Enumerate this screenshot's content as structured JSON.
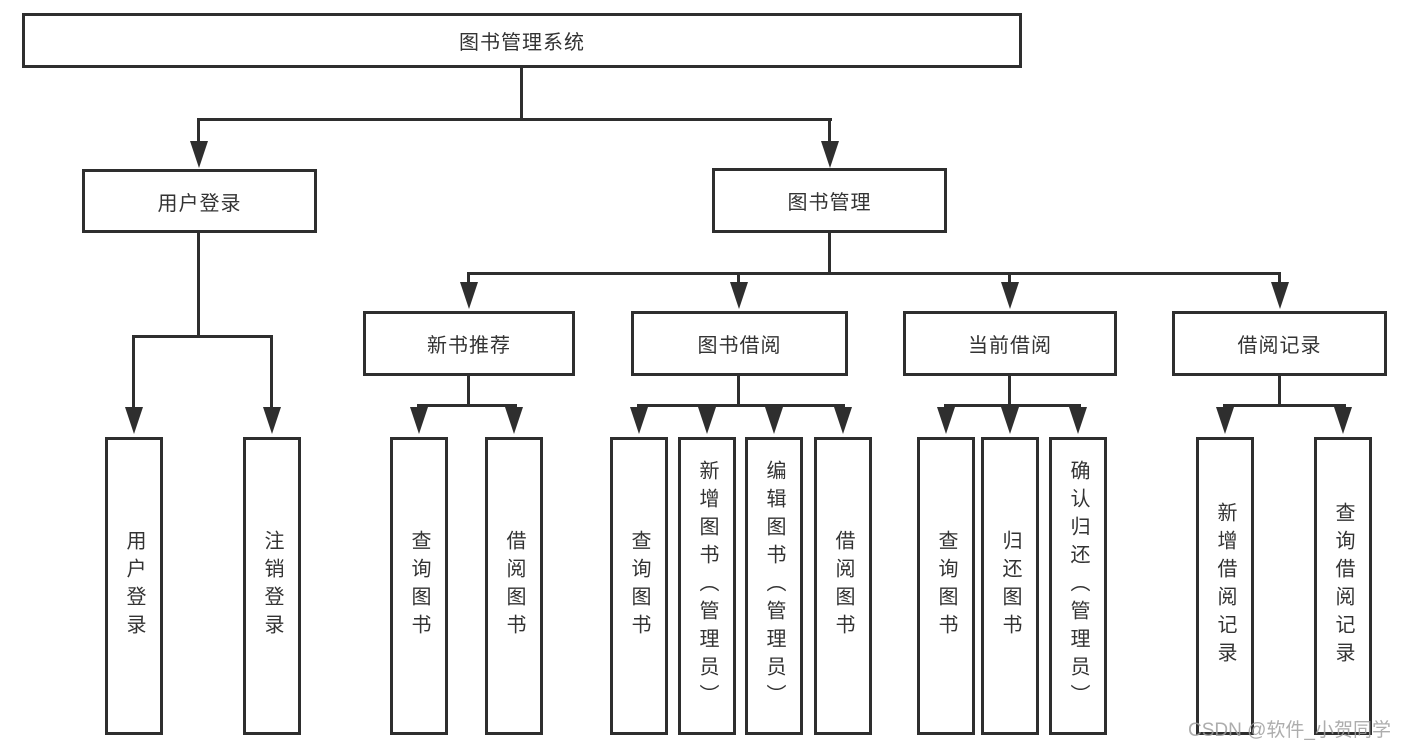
{
  "diagram": {
    "type": "tree",
    "title": "图书管理系统"
  },
  "root": {
    "label": "图书管理系统"
  },
  "level2": [
    {
      "label": "用户登录"
    },
    {
      "label": "图书管理"
    }
  ],
  "level3": [
    {
      "label": "新书推荐",
      "parent": "图书管理"
    },
    {
      "label": "图书借阅",
      "parent": "图书管理"
    },
    {
      "label": "当前借阅",
      "parent": "图书管理"
    },
    {
      "label": "借阅记录",
      "parent": "图书管理"
    }
  ],
  "leaves": [
    {
      "label": "用户登录",
      "parent": "用户登录"
    },
    {
      "label": "注销登录",
      "parent": "用户登录"
    },
    {
      "label": "查询图书",
      "parent": "新书推荐"
    },
    {
      "label": "借阅图书",
      "parent": "新书推荐"
    },
    {
      "label": "查询图书",
      "parent": "图书借阅"
    },
    {
      "label": "新增图书（管理员）",
      "parent": "图书借阅"
    },
    {
      "label": "编辑图书（管理员）",
      "parent": "图书借阅"
    },
    {
      "label": "借阅图书",
      "parent": "图书借阅"
    },
    {
      "label": "查询图书",
      "parent": "当前借阅"
    },
    {
      "label": "归还图书",
      "parent": "当前借阅"
    },
    {
      "label": "确认归还（管理员）",
      "parent": "当前借阅"
    },
    {
      "label": "新增借阅记录",
      "parent": "借阅记录"
    },
    {
      "label": "查询借阅记录",
      "parent": "借阅记录"
    }
  ],
  "watermark": "CSDN @软件_小贺同学",
  "colors": {
    "line": "#2e2e2e",
    "text": "#333333",
    "background": "#ffffff",
    "watermark": "#9f9f9f"
  }
}
